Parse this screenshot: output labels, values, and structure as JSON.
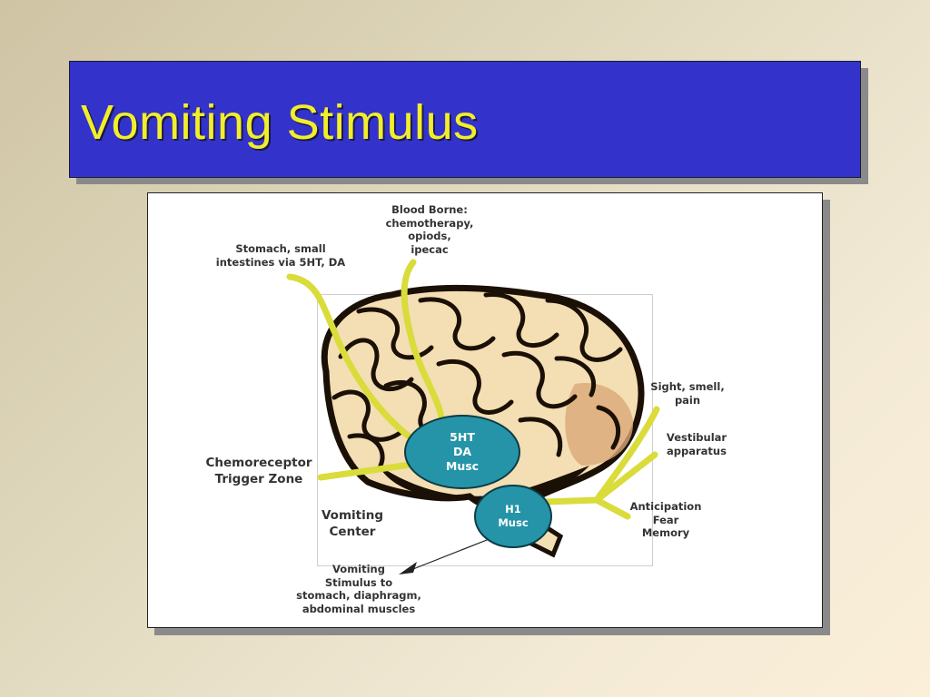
{
  "slide": {
    "title": "Vomiting Stimulus"
  },
  "diagram": {
    "inputs": {
      "stomach": [
        "Stomach, small",
        "intestines via 5HT, DA"
      ],
      "blood_borne": [
        "Blood Borne:",
        "chemotherapy,",
        "opiods,",
        "ipecac"
      ],
      "sight": [
        "Sight, smell,",
        "pain"
      ],
      "vestibular": [
        "Vestibular",
        "apparatus"
      ],
      "anticipation": [
        "Anticipation",
        "Fear",
        "Memory"
      ]
    },
    "ctz": {
      "label": [
        "Chemoreceptor",
        "Trigger Zone"
      ],
      "receptors": [
        "5HT",
        "DA",
        "Musc"
      ]
    },
    "vomiting_center": {
      "label": [
        "Vomiting",
        "Center"
      ],
      "receptors": [
        "H1",
        "Musc"
      ]
    },
    "output": [
      "Vomiting",
      "Stimulus to",
      "stomach, diaphragm,",
      "abdominal muscles"
    ],
    "colors": {
      "title_bg": "#3333cc",
      "title_text": "#f2ee2a",
      "connector": "#d9dc3a",
      "oval": "#2594a8",
      "brain_fill": "#f4deb4",
      "brain_outline": "#1a1006"
    }
  }
}
